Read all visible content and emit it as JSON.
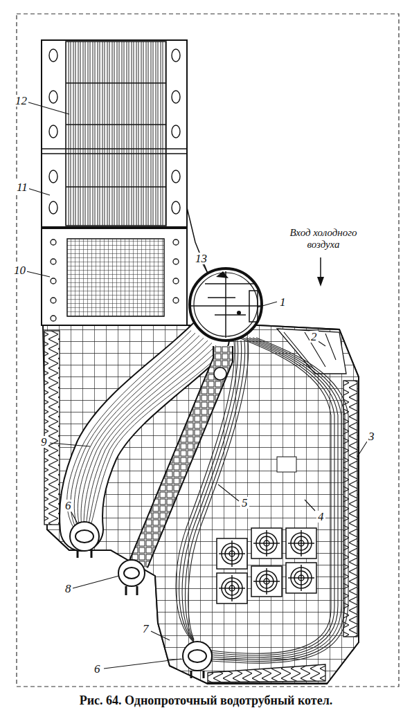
{
  "diagram": {
    "caption": "Рис. 64. Однопроточный водотрубный котел.",
    "labels": [
      "12",
      "11",
      "10",
      "13",
      "1",
      "Вход холодного воздуха",
      "2",
      "3",
      "4",
      "5",
      "9",
      "6",
      "8",
      "7",
      "6"
    ]
  }
}
